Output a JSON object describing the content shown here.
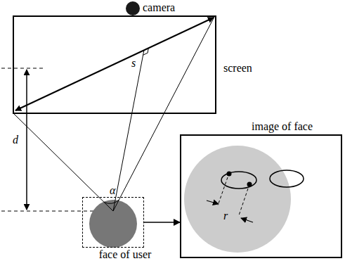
{
  "diagram": {
    "nodes": [
      {
        "text": [
          "camera"
        ]
      },
      {
        "text": [
          "screen"
        ]
      },
      {
        "text": [
          "face of user"
        ]
      },
      {
        "text": [
          "image of face"
        ]
      }
    ],
    "edges": [
      {
        "from": 2,
        "to": 3,
        "arrow": "to"
      }
    ],
    "labels": [
      "s",
      "d",
      "α",
      "r"
    ]
  }
}
